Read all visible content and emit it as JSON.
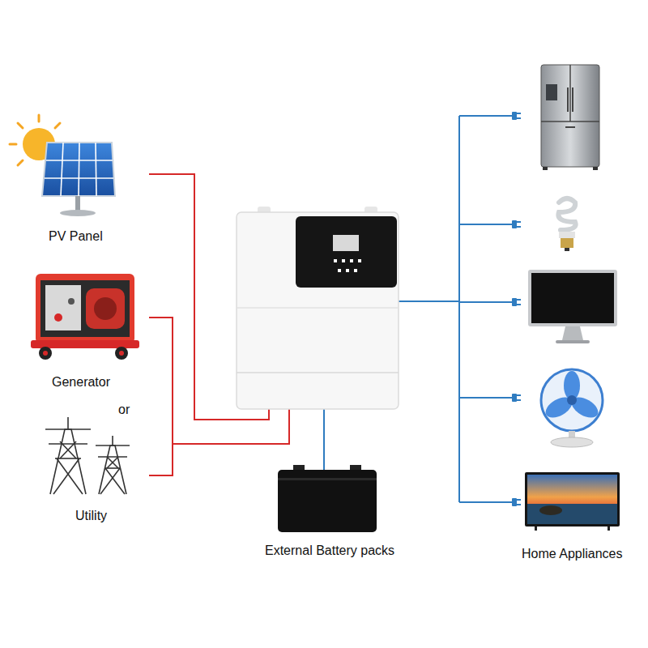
{
  "diagram": {
    "nodes": [
      {
        "text": [
          "PV Panel"
        ]
      },
      {
        "text": [
          "Generator"
        ]
      },
      {
        "text": [
          "Utility"
        ]
      },
      {
        "text": [
          "External Battery packs"
        ]
      },
      {
        "text": [
          "Home Appliances"
        ]
      }
    ],
    "labels": [
      "or"
    ]
  }
}
